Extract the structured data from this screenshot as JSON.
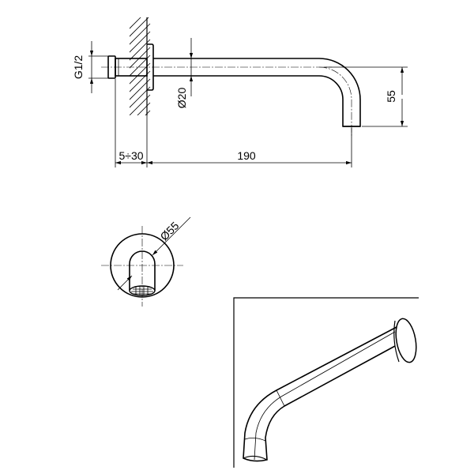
{
  "side_view": {
    "label_thread": "G1/2",
    "label_diameter_pipe": "Ø20",
    "label_height": "55",
    "label_wall_range": "5÷30",
    "label_length": "190"
  },
  "front_view": {
    "label_diameter_plate": "Ø55"
  }
}
